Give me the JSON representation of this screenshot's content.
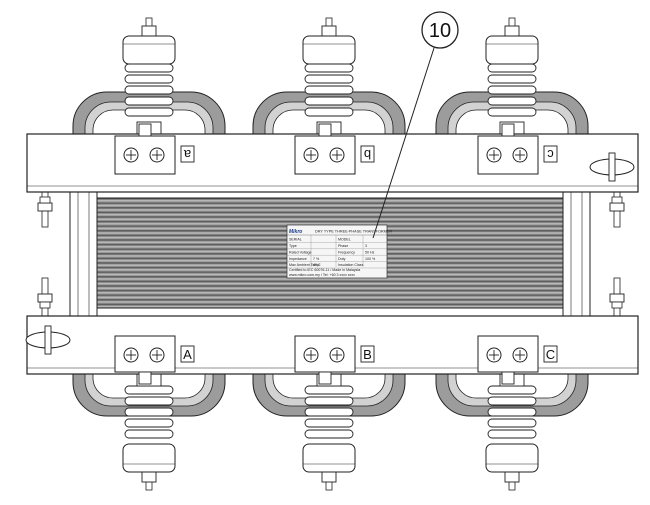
{
  "callout": {
    "number": "10"
  },
  "terminals": {
    "top": [
      "a",
      "b",
      "c"
    ],
    "bottom": [
      "A",
      "B",
      "C"
    ]
  },
  "nameplate": {
    "brand": "Mikro",
    "title": "DRY TYPE THREE-PHASE TRANSFORMER",
    "rows": [
      [
        "SERIAL",
        "",
        "MODEL",
        ""
      ],
      [
        "Type",
        "",
        "Phase",
        "3"
      ],
      [
        "Rated Voltage",
        "",
        "Frequency",
        "50 Hz"
      ],
      [
        "Impedance",
        "7 %",
        "Duty",
        "100 %"
      ],
      [
        "Max Ambient Temp",
        "40 C",
        "Insulation Class",
        ""
      ]
    ],
    "footer1": "Certified to IEC 60076-11 / Made in Malaysia",
    "footer2": "www.mikro.com.my / Tel: +60 3 xxxx xxxx"
  },
  "colors": {
    "line": "#222222",
    "core_dark": "#8a8a8a",
    "core_mid": "#b5b5b5",
    "brand": "#1a3a8a"
  }
}
